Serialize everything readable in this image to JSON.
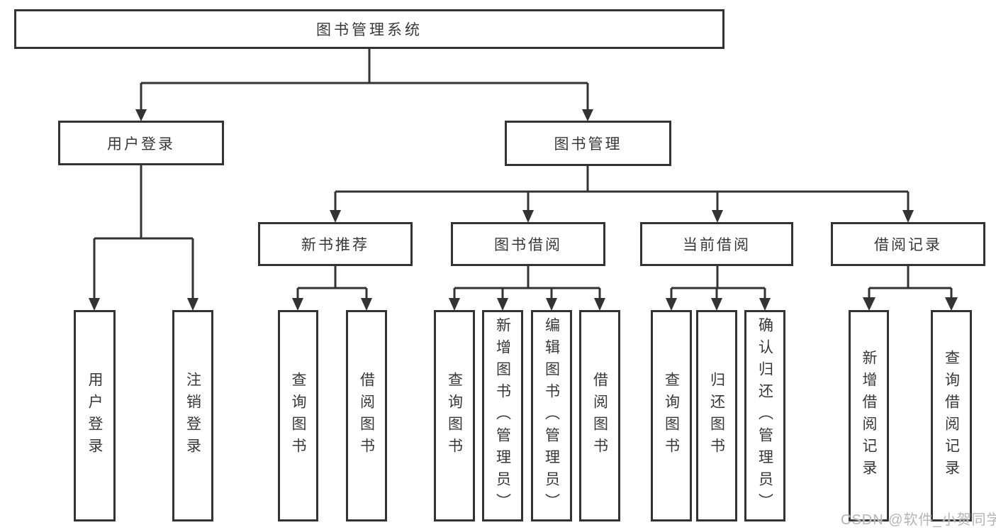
{
  "diagram": {
    "title": "图书管理系统",
    "watermark": "CSDN @软件_小贺同学",
    "colors": {
      "line": "#333333",
      "border": "#333333",
      "text": "#383838",
      "watermark": "#b5b5b5",
      "background": "#ffffff"
    },
    "nodes": {
      "root": {
        "label": "图书管理系统"
      },
      "user_login": {
        "label": "用户登录"
      },
      "book_mgmt": {
        "label": "图书管理"
      },
      "new_book": {
        "label": "新书推荐"
      },
      "book_borrow": {
        "label": "图书借阅"
      },
      "current_borrow": {
        "label": "当前借阅"
      },
      "borrow_records": {
        "label": "借阅记录"
      },
      "leaf_user_login": {
        "label": "用户登录"
      },
      "leaf_logout": {
        "label": "注销登录"
      },
      "leaf_newbook_query": {
        "label": "查询图书"
      },
      "leaf_newbook_borrow": {
        "label": "借阅图书"
      },
      "leaf_borrow_query": {
        "label": "查询图书"
      },
      "leaf_borrow_add": {
        "label": "新增图书（管理员）"
      },
      "leaf_borrow_edit": {
        "label": "编辑图书（管理员）"
      },
      "leaf_borrow_borrow": {
        "label": "借阅图书"
      },
      "leaf_current_query": {
        "label": "查询图书"
      },
      "leaf_current_return": {
        "label": "归还图书"
      },
      "leaf_current_confirm": {
        "label": "确认归还（管理员）"
      },
      "leaf_records_add": {
        "label": "新增借阅记录"
      },
      "leaf_records_query": {
        "label": "查询借阅记录"
      }
    }
  }
}
